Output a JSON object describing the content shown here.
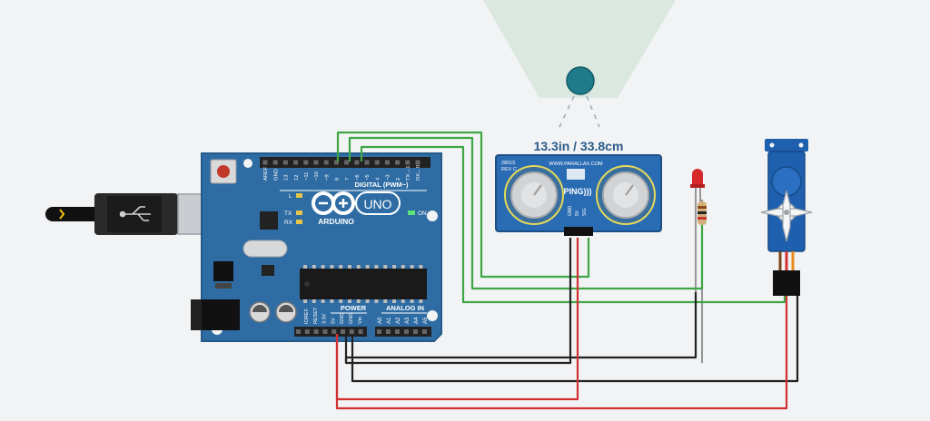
{
  "colors": {
    "background": "#f1f3f5",
    "board": "#2f6ca3",
    "board_dark": "#245a8a",
    "wire_green": "#3fa645",
    "wire_red": "#d33131",
    "wire_black": "#222222",
    "sensor": "#2a6cb3",
    "readout": "#2b5a87",
    "object": "#1f7a8a",
    "cone": "#dbe8e0",
    "servo": "#1e5fae",
    "led": "#d62a2a"
  },
  "readout": {
    "distance": "13.3in / 33.8cm"
  },
  "sensor": {
    "model": "28015",
    "rev": "REV C",
    "site": "WWW.PARALLAX.COM",
    "brand": "PING)))",
    "pins": [
      "GND",
      "5V",
      "SIG"
    ]
  },
  "arduino": {
    "uno": "UNO",
    "brand": "ARDUINO",
    "on": "ON",
    "digital_label": "DIGITAL (PWM~)",
    "digital_pins": [
      "AREF",
      "GND",
      "13",
      "12",
      "~11",
      "~10",
      "~9",
      "8",
      "7",
      "~6",
      "~5",
      "4",
      "~3",
      "2",
      "TX→1",
      "RX←0"
    ],
    "indicators": [
      "L",
      "TX",
      "RX"
    ],
    "power_label": "POWER",
    "power_pins": [
      "IOREF",
      "RESET",
      "3.3V",
      "5V",
      "GND",
      "GND",
      "Vin"
    ],
    "analog_label": "ANALOG IN",
    "analog_pins": [
      "A0",
      "A1",
      "A2",
      "A3",
      "A4",
      "A5"
    ]
  },
  "icons": {
    "usb": "usb-icon",
    "reset": "reset-button-icon"
  }
}
